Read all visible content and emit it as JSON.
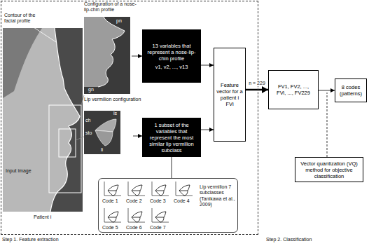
{
  "diagram": {
    "nodes": [
      {
        "text": [
          "Step 1. Feature extraction"
        ]
      },
      {
        "text": [
          "Contour of the facial profile",
          "Input image",
          "Patient i"
        ],
        "in": 0
      },
      {
        "text": [
          "Configuration of a nose-lip-chin profile",
          "pn",
          "gn"
        ],
        "in": 0
      },
      {
        "text": [
          "13 variables that represent a nose-lip-chin profile",
          "v1, v2, ..., v13"
        ],
        "in": 0
      },
      {
        "text": [
          "Lip vermilion configuration",
          "ls",
          "ch",
          "sto",
          "li"
        ],
        "in": 0
      },
      {
        "text": [
          "1 subset of the variables that represent the most similar lip vermilion subclass"
        ],
        "in": 0
      },
      {
        "text": [
          "Feature vector for a patient i FVi"
        ],
        "in": 0
      },
      {
        "text": [
          "Lip vermilion 7 subclasses (Tanikawa et al., 2009)",
          "Code 1",
          "Code 2",
          "Code 3",
          "Code 4",
          "Code 5",
          "Code 6",
          "Code 7"
        ],
        "in": 0
      },
      {
        "text": [
          "FV1, FV2, ..., FVi, ..., FV229"
        ]
      },
      {
        "text": [
          "8 codes (patterns)"
        ]
      },
      {
        "text": [
          "Vector quantization (VQ) method for objective classification"
        ]
      }
    ],
    "edges": [
      {
        "from": 2,
        "to": 3,
        "arrow": "to"
      },
      {
        "from": 4,
        "to": 5,
        "arrow": "to"
      },
      {
        "from": 3,
        "to": 6,
        "arrow": "to"
      },
      {
        "from": 5,
        "to": 6,
        "arrow": "to"
      },
      {
        "from": 6,
        "to": 8,
        "arrow": "to",
        "label": "n = 229"
      },
      {
        "from": 8,
        "to": 9,
        "arrow": "to"
      },
      {
        "from": 7,
        "to": 5,
        "arrow": "none"
      }
    ],
    "labels": [
      "Step 2. Classification"
    ]
  }
}
